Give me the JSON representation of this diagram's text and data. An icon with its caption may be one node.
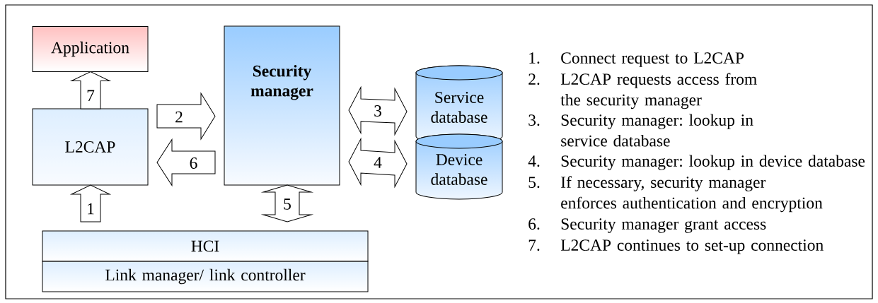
{
  "diagram": {
    "nodes": [
      {
        "text": [
          "Application"
        ]
      },
      {
        "text": [
          "L2CAP"
        ]
      },
      {
        "text": [
          "Security manager"
        ]
      },
      {
        "text": [
          "Service database"
        ]
      },
      {
        "text": [
          "Device database"
        ]
      },
      {
        "text": [
          "HCI"
        ]
      },
      {
        "text": [
          "Link manager/ link controller"
        ]
      }
    ],
    "edges": [
      {
        "from": 5,
        "to": 1,
        "arrow": "to",
        "label": "1"
      },
      {
        "from": 1,
        "to": 2,
        "arrow": "to",
        "label": "2"
      },
      {
        "from": 2,
        "to": 3,
        "arrow": "both",
        "label": "3"
      },
      {
        "from": 2,
        "to": 4,
        "arrow": "both",
        "label": "4"
      },
      {
        "from": 2,
        "to": 5,
        "arrow": "both",
        "label": "5"
      },
      {
        "from": 2,
        "to": 1,
        "arrow": "to",
        "label": "6"
      },
      {
        "from": 1,
        "to": 0,
        "arrow": "to",
        "label": "7"
      }
    ],
    "labels": [
      "1.",
      "Connect request to L2CAP",
      "2.",
      "L2CAP requests access from the security manager",
      "3.",
      "Security manager: lookup in service database",
      "4.",
      "Security manager: lookup in device database",
      "5.",
      "If necessary, security manager enforces authentication and encryption",
      "6.",
      "Security manager grant access",
      "7.",
      "L2CAP continues to set-up connection"
    ]
  }
}
